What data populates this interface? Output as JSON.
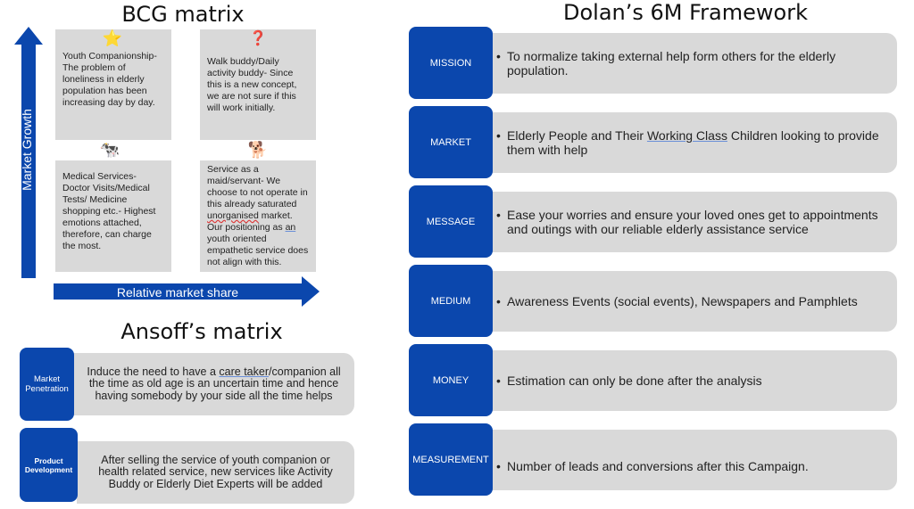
{
  "bcg": {
    "title": "BCG matrix",
    "y_axis": "Market Growth",
    "x_axis": "Relative market share",
    "quadrants": [
      {
        "icon": "star-icon",
        "glyph": "⭐",
        "text": "Youth Companionship- The problem of loneliness in elderly population  has been increasing day by day."
      },
      {
        "icon": "question-mark-icon",
        "glyph": "❓",
        "text": "Walk buddy/Daily activity buddy- Since this is a new concept, we are not sure if this will work initially."
      },
      {
        "icon": "cow-icon",
        "glyph": "🐄",
        "text": "Medical Services- Doctor Visits/Medical Tests/ Medicine shopping etc.- Highest emotions attached, therefore, can charge the most."
      },
      {
        "icon": "dog-icon",
        "glyph": "🐕",
        "text_a": "Service as a maid/servant- We choose to not operate in this already saturated ",
        "text_b": "unorganised",
        "text_c": " market. Our positioning as ",
        "text_d": "an",
        "text_e": " youth oriented empathetic service does not align with this."
      }
    ]
  },
  "ansoff": {
    "title": "Ansoff’s matrix",
    "rows": [
      {
        "label": "Market Penetration",
        "text_a": "Induce the need to have a ",
        "text_b": "care taker",
        "text_c": "/companion all the time as old age is an uncertain time and hence having somebody by your side all the time helps"
      },
      {
        "label": "Product Development",
        "text": "After selling the service of youth companion or health related service, new services like Activity Buddy or Elderly Diet Experts will be added"
      }
    ]
  },
  "dolan": {
    "title": "Dolan’s 6M Framework",
    "rows": [
      {
        "label": "MISSION",
        "text": "To normalize taking external help form others for the elderly population."
      },
      {
        "label": "MARKET",
        "text_a": "Elderly People and Their ",
        "text_b": "Working Class",
        "text_c": " Children looking to provide them with help"
      },
      {
        "label": "MESSAGE",
        "text": "Ease your worries and ensure your loved ones get to appointments and outings with our reliable elderly assistance service"
      },
      {
        "label": "MEDIUM",
        "text": "Awareness Events (social events), Newspapers and Pamphlets"
      },
      {
        "label": "MONEY",
        "text": "Estimation can only be done after the analysis"
      },
      {
        "label": "MEASUREMENT",
        "text": "Number of leads and conversions after this Campaign."
      }
    ]
  },
  "colors": {
    "blue": "#0b47ad",
    "grey": "#d9d9d9"
  }
}
